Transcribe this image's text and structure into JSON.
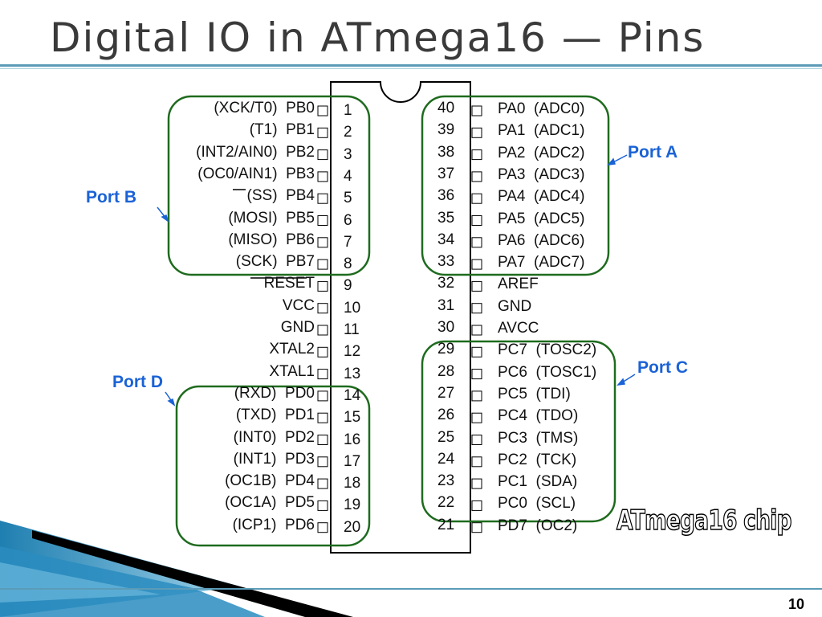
{
  "title": "Digital IO in ATmega16 — Pins",
  "page_number": "10",
  "chip_caption": "ATmega16 chip",
  "colors": {
    "port_box": "#1e6b1e",
    "port_label": "#1a62d6",
    "title_rule": "#5b9bb8"
  },
  "ports": {
    "a": "Port A",
    "b": "Port B",
    "c": "Port C",
    "d": "Port D"
  },
  "left_pins": [
    {
      "num": "1",
      "label": "(XCK/T0)  PB0"
    },
    {
      "num": "2",
      "label": "(T1)  PB1"
    },
    {
      "num": "3",
      "label": "(INT2/AIN0)  PB2"
    },
    {
      "num": "4",
      "label": "(OC0/AIN1)  PB3"
    },
    {
      "num": "5",
      "label": "(SS)  PB4"
    },
    {
      "num": "6",
      "label": "(MOSI)  PB5"
    },
    {
      "num": "7",
      "label": "(MISO)  PB6"
    },
    {
      "num": "8",
      "label": "(SCK)  PB7"
    },
    {
      "num": "9",
      "label": "RESET"
    },
    {
      "num": "10",
      "label": "VCC"
    },
    {
      "num": "11",
      "label": "GND"
    },
    {
      "num": "12",
      "label": "XTAL2"
    },
    {
      "num": "13",
      "label": "XTAL1"
    },
    {
      "num": "14",
      "label": "(RXD)  PD0"
    },
    {
      "num": "15",
      "label": "(TXD)  PD1"
    },
    {
      "num": "16",
      "label": "(INT0)  PD2"
    },
    {
      "num": "17",
      "label": "(INT1)  PD3"
    },
    {
      "num": "18",
      "label": "(OC1B)  PD4"
    },
    {
      "num": "19",
      "label": "(OC1A)  PD5"
    },
    {
      "num": "20",
      "label": "(ICP1)  PD6"
    }
  ],
  "right_pins": [
    {
      "num": "40",
      "label": "PA0  (ADC0)"
    },
    {
      "num": "39",
      "label": "PA1  (ADC1)"
    },
    {
      "num": "38",
      "label": "PA2  (ADC2)"
    },
    {
      "num": "37",
      "label": "PA3  (ADC3)"
    },
    {
      "num": "36",
      "label": "PA4  (ADC4)"
    },
    {
      "num": "35",
      "label": "PA5  (ADC5)"
    },
    {
      "num": "34",
      "label": "PA6  (ADC6)"
    },
    {
      "num": "33",
      "label": "PA7  (ADC7)"
    },
    {
      "num": "32",
      "label": "AREF"
    },
    {
      "num": "31",
      "label": "GND"
    },
    {
      "num": "30",
      "label": "AVCC"
    },
    {
      "num": "29",
      "label": "PC7  (TOSC2)"
    },
    {
      "num": "28",
      "label": "PC6  (TOSC1)"
    },
    {
      "num": "27",
      "label": "PC5  (TDI)"
    },
    {
      "num": "26",
      "label": "PC4  (TDO)"
    },
    {
      "num": "25",
      "label": "PC3  (TMS)"
    },
    {
      "num": "24",
      "label": "PC2  (TCK)"
    },
    {
      "num": "23",
      "label": "PC1  (SDA)"
    },
    {
      "num": "22",
      "label": "PC0  (SCL)"
    },
    {
      "num": "21",
      "label": "PD7  (OC2)"
    }
  ]
}
